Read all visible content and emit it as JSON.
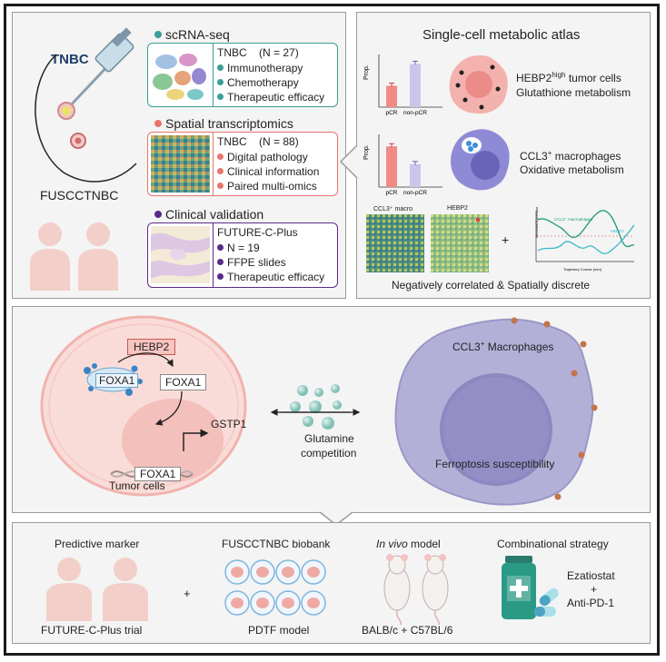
{
  "colors": {
    "scrna": "#3a9e96",
    "spatial": "#e8746d",
    "clinical": "#5b2a86",
    "pcr_bar": "#f08a86",
    "nonpcr_bar": "#c9c6ea"
  },
  "top_left": {
    "tnbc": "TNBC",
    "cohort": "FUSCCTNBC"
  },
  "scrna": {
    "header": "scRNA-seq",
    "cohort_prefix": "TNBC",
    "n_label": "(N = 27)",
    "items": [
      "Immunotherapy",
      "Chemotherapy",
      "Therapeutic efficacy"
    ]
  },
  "spatial": {
    "header": "Spatial transcriptomics",
    "cohort_prefix": "TNBC",
    "n_label": "(N = 88)",
    "items": [
      "Digital pathology",
      "Clinical information",
      "Paired multi-omics"
    ]
  },
  "clinical": {
    "header": "Clinical validation",
    "title": "FUTURE-C-Plus",
    "items": [
      "N = 19",
      "FFPE slides",
      "Therapeutic efficacy"
    ]
  },
  "atlas": {
    "title": "Single-cell metabolic atlas",
    "ylabel": "Prop.",
    "x1": "pCR",
    "x2": "non-pCR",
    "hebp2_line1_main": "HEBP2",
    "hebp2_line1_sup": "high",
    "hebp2_line1_rest": " tumor cells",
    "hebp2_line2": "Glutathione metabolism",
    "ccl3_line1_main": "CCL3",
    "ccl3_line1_sup": "+",
    "ccl3_line1_rest": " macrophages",
    "ccl3_line2": "Oxidative metabolism",
    "map1_label": "CCL3⁺ macro",
    "map2_label": "HEBP2",
    "plus": "+",
    "trajectory_ylabel": "Smoothed Expression",
    "trajectory_xlabel": "Trajectory Course (mm)",
    "trajectory_series1": "CCL3⁺ macrophages",
    "trajectory_series2": "HEBP2",
    "caption": "Negatively correlated & Spatially discrete"
  },
  "chart_data": [
    {
      "type": "bar",
      "title": "",
      "ylabel": "Prop.",
      "categories": [
        "pCR",
        "non-pCR"
      ],
      "values": [
        0.42,
        0.85
      ],
      "ylim": [
        0,
        1
      ]
    },
    {
      "type": "bar",
      "title": "",
      "ylabel": "Prop.",
      "categories": [
        "pCR",
        "non-pCR"
      ],
      "values": [
        0.8,
        0.45
      ],
      "ylim": [
        0,
        1
      ]
    }
  ],
  "mechanism": {
    "hebp2": "HEBP2",
    "foxa1_a": "FOXA1",
    "foxa1_b": "FOXA1",
    "foxa1_c": "FOXA1",
    "gstp1": "GSTP1",
    "tumor": "Tumor cells",
    "glutamine_l1": "Glutamine",
    "glutamine_l2": "competition",
    "macro_main": "CCL3",
    "macro_sup": "+",
    "macro_rest": " Macrophages",
    "ferroptosis": "Ferroptosis susceptibility"
  },
  "bottom": {
    "marker_title": "Predictive marker",
    "marker_label": "FUTURE-C-Plus trial",
    "plus": "+",
    "biobank_title": "FUSCCTNBC biobank",
    "biobank_label": "PDTF model",
    "invivo_italic": "In vivo",
    "invivo_rest": " model",
    "invivo_label": "BALB/c + C57BL/6",
    "combo_title": "Combinational strategy",
    "drug1": "Ezatiostat",
    "drug_plus": "+",
    "drug2": "Anti-PD-1"
  }
}
